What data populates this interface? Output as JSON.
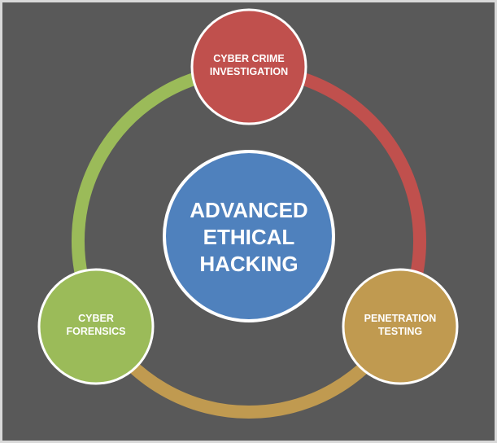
{
  "center": {
    "lines": [
      "ADVANCED",
      "ETHICAL",
      "HACKING"
    ],
    "color": "#4f81bd"
  },
  "nodes": [
    {
      "id": "cyber-crime-investigation",
      "lines": [
        "CYBER CRIME",
        "INVESTIGATION"
      ],
      "color": "#c0504d"
    },
    {
      "id": "penetration-testing",
      "lines": [
        "PENETRATION",
        "TESTING"
      ],
      "color": "#c09a50"
    },
    {
      "id": "cyber-forensics",
      "lines": [
        "CYBER",
        "FORENSICS"
      ],
      "color": "#9bbb59"
    }
  ],
  "colors": {
    "background": "#595959",
    "frame": "#d9d9d9",
    "node_border": "#ffffff",
    "arc_red": "#c0504d",
    "arc_tan": "#c09a50",
    "arc_green": "#9bbb59"
  }
}
